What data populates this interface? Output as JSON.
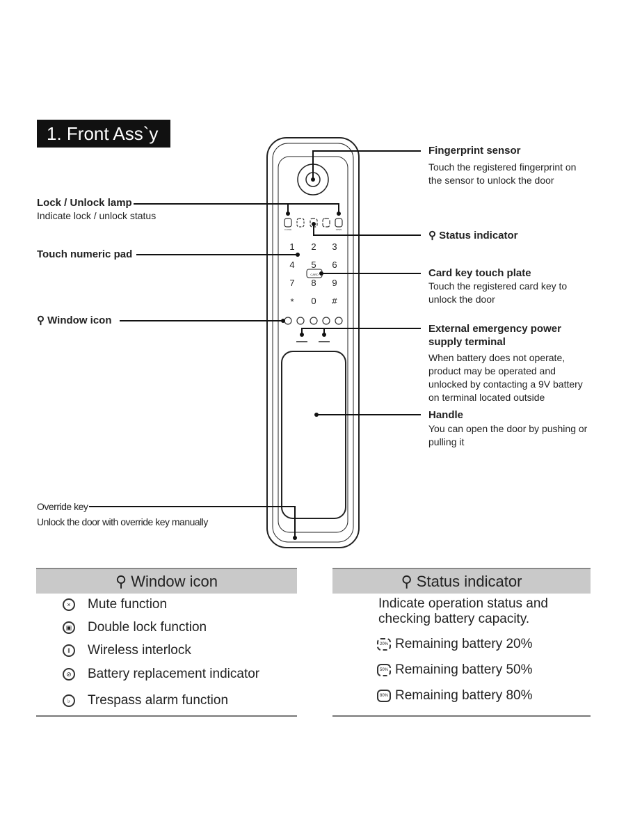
{
  "title": "1. Front Ass`y",
  "callouts": {
    "lamp": {
      "label": "Lock / Unlock lamp",
      "desc": "Indicate lock / unlock status"
    },
    "keypad": {
      "label": "Touch numeric pad"
    },
    "window": {
      "label": "Window icon"
    },
    "override": {
      "label": "Override key",
      "desc": "Unlock the door with override key manually"
    },
    "fingerprint": {
      "label": "Fingerprint sensor",
      "desc1": "Touch the registered fingerprint on",
      "desc2": "the sensor to unlock the door"
    },
    "status": {
      "label": "Status indicator"
    },
    "card": {
      "label": "Card key touch plate",
      "desc1": "Touch the registered card key to",
      "desc2": "unlock the door"
    },
    "emergency": {
      "label1": "External emergency power",
      "label2": "supply terminal",
      "desc1": "When battery does not operate,",
      "desc2": "product may be operated and",
      "desc3": "unlocked by contacting a 9V battery",
      "desc4": "on terminal located outside"
    },
    "handle": {
      "label": "Handle",
      "desc1": "You can open the door by pushing or",
      "desc2": "pulling it"
    }
  },
  "device": {
    "keys": [
      "1",
      "2",
      "3",
      "4",
      "5",
      "6",
      "7",
      "8",
      "9",
      "*",
      "0",
      "#"
    ],
    "card_text": "CARD",
    "lamp_close": "CLOSE",
    "lamp_open": "OPEN"
  },
  "window_table": {
    "header": "Window icon",
    "items": [
      "Mute function",
      "Double lock function",
      "Wireless interlock",
      "Battery replacement indicator",
      "Trespass alarm function"
    ]
  },
  "status_table": {
    "header": "Status indicator",
    "desc1": "Indicate operation status and",
    "desc2": "checking battery capacity.",
    "items": [
      {
        "pct": "20%",
        "n": "1",
        "label": "Remaining battery 20%"
      },
      {
        "pct": "50%",
        "n": "2",
        "label": "Remaining battery 50%"
      },
      {
        "pct": "80%",
        "n": "3",
        "label": "Remaining battery 80%"
      }
    ]
  }
}
